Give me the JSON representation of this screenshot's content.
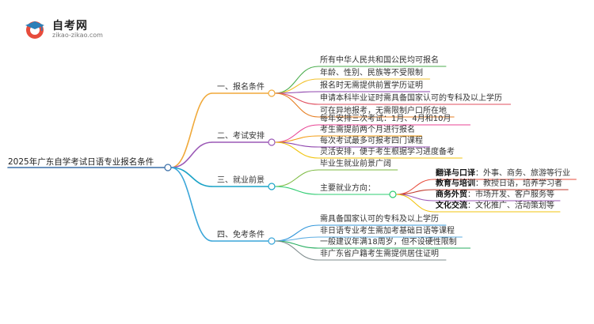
{
  "logo": {
    "title": "自考网",
    "subtitle": "zikao-zikao.com"
  },
  "mindmap": {
    "root": "2025年广东自学考试日语专业报名条件",
    "branches": [
      {
        "label": "一、报名条件",
        "color": "#f0a93a",
        "items": [
          {
            "text": "所有中华人民共和国公民均可报名",
            "color": "#4cae4f"
          },
          {
            "text": "年龄、性别、民族等不受限制",
            "color": "#f2c230"
          },
          {
            "text": "报名时无需提供前置学历证明",
            "color": "#8e44ad"
          },
          {
            "text": "申请本科毕业证时需具备国家认可的专科及以上学历",
            "color": "#e04f5f"
          },
          {
            "text": "可在异地报考，无需限制户口所在地",
            "color": "#e67e22"
          }
        ]
      },
      {
        "label": "二、考试安排",
        "color": "#9b59b6",
        "items": [
          {
            "text": "每年安排三次考试：1月、4月和10月",
            "color": "#e84393"
          },
          {
            "text": "考生需提前两个月进行报名",
            "color": "#f39c12"
          },
          {
            "text": "每次考试最多可报考四门课程",
            "color": "#8e44ad"
          },
          {
            "text": "灵活安排，便于考生根据学习进度备考",
            "color": "#f1c40f"
          }
        ]
      },
      {
        "label": "三、就业前景",
        "color": "#1aa3c7",
        "items": [
          {
            "text": "毕业生就业前景广阔",
            "color": "#7dbb42"
          },
          {
            "text": "主要就业方向：",
            "color": "#2ecc71",
            "children": [
              {
                "bold": "翻译与口译",
                "rest": "：外事、商务、旅游等行业",
                "color": "#e74c3c"
              },
              {
                "bold": "教育与培训",
                "rest": "：教授日语，培养学习者",
                "color": "#c0392b"
              },
              {
                "bold": "商务外贸",
                "rest": "：市场开发、客户服务等",
                "color": "#9b59b6"
              },
              {
                "bold": "文化交流",
                "rest": "：文化推广、活动策划等",
                "color": "#f1c40f"
              }
            ]
          }
        ]
      },
      {
        "label": "四、免考条件",
        "color": "#3aa6d9",
        "items": [
          {
            "text": "需具备国家认可的专科及以上学历",
            "color": "#3498db"
          },
          {
            "text": "非日语专业考生需加考基础日语等课程",
            "color": "#5dade2"
          },
          {
            "text": "一般建议年满18周岁，但不设硬性限制",
            "color": "#27ae60"
          },
          {
            "text": "非广东省户籍考生需提供居住证明",
            "color": "#7f8c8d"
          }
        ]
      }
    ]
  }
}
